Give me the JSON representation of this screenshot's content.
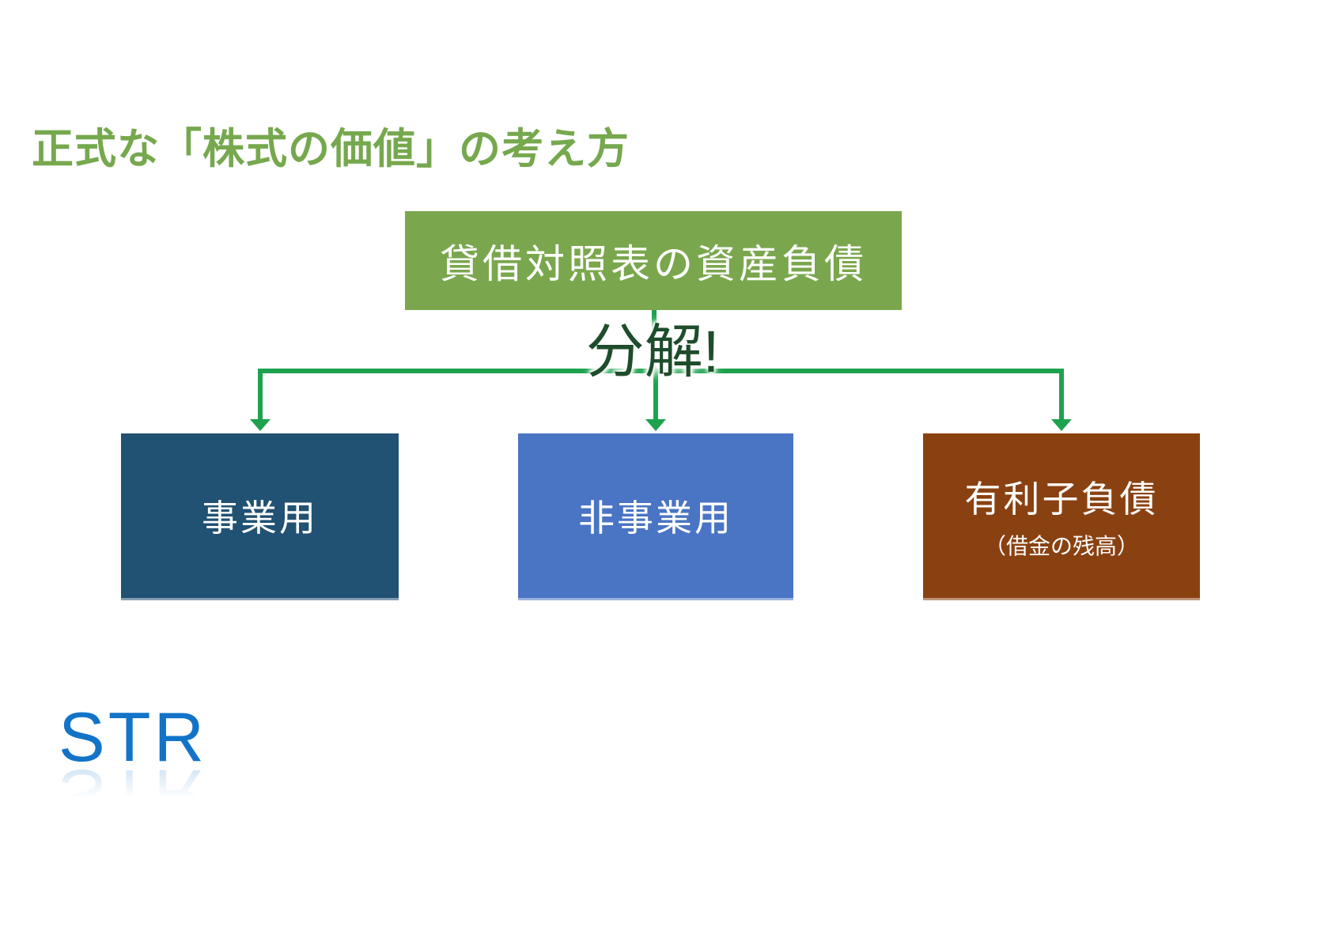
{
  "slide": {
    "background": "#FFFFFF"
  },
  "title": {
    "text": "正式な「株式の価値」の考え方",
    "color": "#76A84E"
  },
  "diagram": {
    "root_box": {
      "label": "貸借対照表の資産負債",
      "bg": "#7AA74D",
      "text_color": "#FFFFFF"
    },
    "decompose_label": {
      "text": "分解!",
      "color": "#1E4D2B"
    },
    "connector_color": "#1EA24E",
    "children": [
      {
        "label": "事業用",
        "bg": "#215173",
        "text_color": "#FFFFFF"
      },
      {
        "label": "非事業用",
        "bg": "#4A74C4",
        "text_color": "#FFFFFF"
      },
      {
        "label": "有利子負債",
        "sublabel": "（借金の残高）",
        "bg": "#8A4111",
        "text_color": "#FFFFFF"
      }
    ]
  },
  "footer": {
    "logo_text": "STR",
    "logo_color": "#1273C8"
  }
}
